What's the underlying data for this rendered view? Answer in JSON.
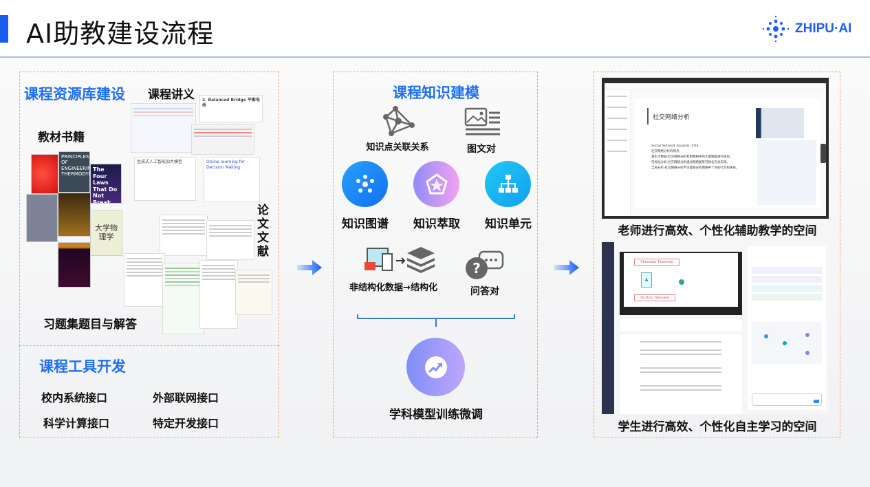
{
  "header": {
    "title": "AI助教建设流程",
    "logo_text": "ZHIPU·AI"
  },
  "colors": {
    "accent": "#1a5cf0",
    "title_blue": "#1f6ff0",
    "dashed_border": "#f2a46a"
  },
  "left": {
    "heading": "课程资源库建设",
    "lecture_label": "课程讲义",
    "textbook_label": "教材书籍",
    "paper_label": "论文文献",
    "exercise_label": "习题集题目与解答",
    "books": [
      "The Four Laws That Do Not Break The Universe",
      "大学物理学",
      "PRINCIPLES OF ENGINEERING THERMODYNAMICS"
    ],
    "lecture_slides": [
      "2. Balanced Bridge 平衡电桥",
      "Online learning for Decision Making",
      "生成式人工智能加大模型"
    ]
  },
  "tools": {
    "heading": "课程工具开发",
    "items": [
      "校内系统接口",
      "外部联网接口",
      "科学计算接口",
      "特定开发接口"
    ]
  },
  "middle": {
    "heading": "课程知识建模",
    "top_items": [
      {
        "label": "知识点关联关系",
        "icon": "network-icon"
      },
      {
        "label": "图文对",
        "icon": "image-text-icon"
      }
    ],
    "circles": [
      {
        "label": "知识图谱",
        "icon": "knowledge-graph-icon"
      },
      {
        "label": "知识萃取",
        "icon": "pentagon-star-icon"
      },
      {
        "label": "知识单元",
        "icon": "hierarchy-icon"
      }
    ],
    "bottom_items": [
      {
        "label": "非结构化数据→结构化",
        "icon": "layers-icon"
      },
      {
        "label": "问答对",
        "icon": "qa-bubble-icon"
      }
    ],
    "final": {
      "label": "学科模型训练微调",
      "icon": "trend-up-icon"
    }
  },
  "right": {
    "teacher_caption": "老师进行高效、个性化辅助教学的空间",
    "teacher_screen": {
      "slide_title": "社交网络分析",
      "slide_subtitle": "Social Network Analysis, SNA",
      "slide_intro": "社交网络分析的特点:",
      "bullets": [
        "基于大数据:社交网络分析利用网络中的大量数据进行研究。",
        "可视化分析:社交网络分析通过网络图等可视化方式实现。",
        "全局分析:社交网络分析不仅能够分析网络中个体的行为和关系。"
      ]
    },
    "student_caption": "学生进行高效、个性化自主学习的空间",
    "student_screen": {
      "video_titles": [
        "Thevenin Theorem",
        "Norton Theorem"
      ],
      "block_label": "A"
    }
  }
}
